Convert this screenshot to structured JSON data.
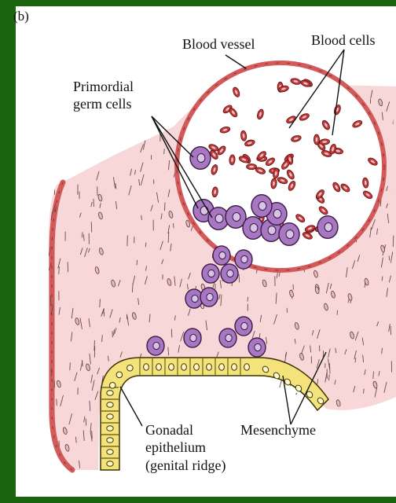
{
  "panel_letter": "(b)",
  "labels": {
    "blood_vessel": "Blood vessel",
    "blood_cells": "Blood cells",
    "primordial_line1": "Primordial",
    "primordial_line2": "germ cells",
    "gonadal_line1": "Gonadal",
    "gonadal_line2": "epithelium",
    "gonadal_line3": "(genital ridge)",
    "mesenchyme": "Mesenchyme"
  },
  "colors": {
    "frame": "#1a6410",
    "tissue": "#f7d7d7",
    "vessel_wall": "#d25a5a",
    "blood_cell": "#c0393b",
    "germ_cell": "#a877c2",
    "germ_cell_outline": "#3a1b45",
    "epithelium": "#f3e37a"
  }
}
